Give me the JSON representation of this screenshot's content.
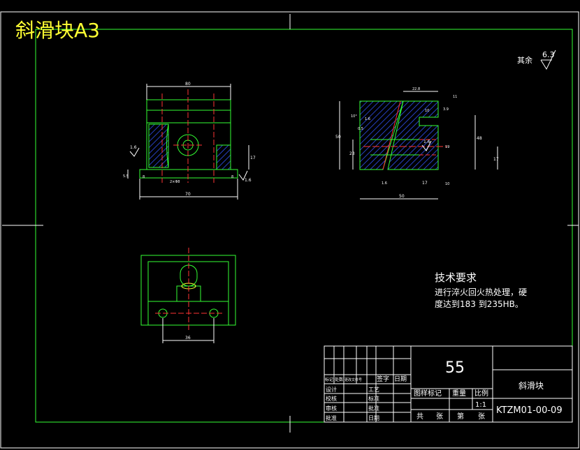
{
  "drawing": {
    "title": "斜滑块A3",
    "surface_finish_label": "其余",
    "surface_finish_value": "6.3",
    "tech_req_title": "技术要求",
    "tech_req_line1": "进行淬火回火热处理，硬",
    "tech_req_line2": "度达到183 到235HB。"
  },
  "views": {
    "front": {
      "dims": {
        "width_top": "80",
        "width_bottom": "70",
        "right_height": "17",
        "left_height": "5.5",
        "roughness_left": "1.6",
        "roughness_right": "1.6",
        "bottom_small": "8",
        "bottom_small_right": "8",
        "hole_note": "2×Φ8"
      }
    },
    "side": {
      "dims": {
        "top_width": "22.8",
        "top_right": "11",
        "inner_w": "10",
        "inner_r": "3.9",
        "height_total": "50",
        "height_lower": "23",
        "height_right": "48",
        "height_right_small": "17",
        "bottom_width": "50",
        "bottom_right": "17",
        "slot": "19",
        "slot_small": "10",
        "roughness_mid": "1.6",
        "angle_a": "10°",
        "angle_b": "1.6",
        "angle_c": "1.6",
        "small_a": "0.5"
      }
    },
    "top": {
      "dims": {
        "hole_spacing": "36"
      }
    }
  },
  "title_block": {
    "weight": "55",
    "part_name": "斜滑块",
    "drawing_number": "KTZM01-00-09",
    "scale_label": "比例",
    "scale_value": "1:1",
    "mark_label": "图样标记",
    "weight_label": "重量",
    "total_label": "共",
    "sheet_label": "张",
    "page_label": "第",
    "page_sheet_label": "张",
    "rev_headers": [
      "标记",
      "处数",
      "更改文件号",
      "签字",
      "日期"
    ],
    "left_roles": [
      "设计",
      "校核",
      "审核",
      "批准"
    ],
    "mid_roles": [
      "工艺",
      "标准",
      "批准",
      "日期"
    ],
    "colors": {
      "border": "#ffffff",
      "frame": "#33ff33",
      "center": "#ff3333",
      "hatch": "#3333ff",
      "text": "#ffff33"
    }
  }
}
